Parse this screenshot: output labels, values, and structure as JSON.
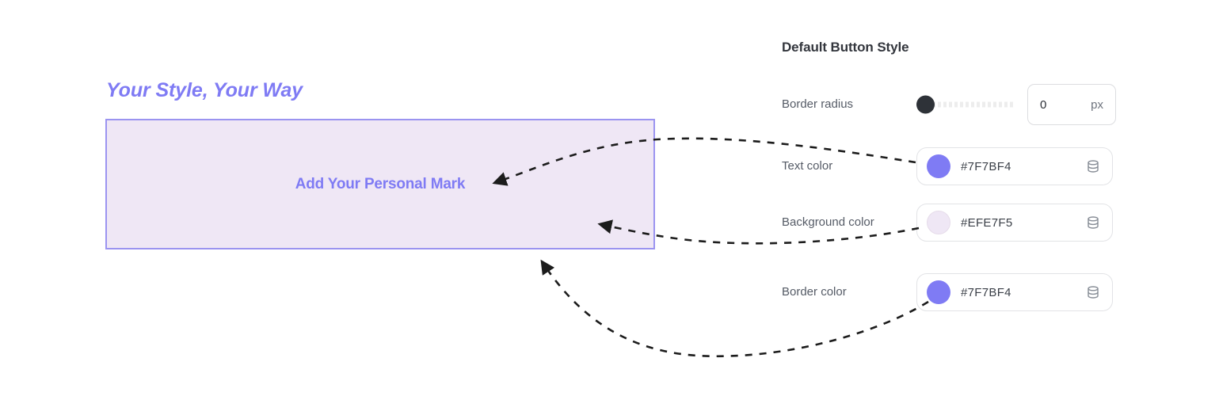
{
  "preview": {
    "heading": "Your Style, Your Way",
    "button_label": "Add Your Personal Mark",
    "box_background": "#EFE7F5",
    "box_border_color": "#9b94f0",
    "text_color": "#7F7BF4"
  },
  "controls": {
    "title": "Default Button Style",
    "border_radius": {
      "label": "Border radius",
      "value": "0",
      "unit": "px",
      "slider_position_percent": 0
    },
    "colors": [
      {
        "label": "Text color",
        "value": "#7F7BF4",
        "swatch": "#7F7BF4",
        "swatch_style": "solid",
        "icon": "database-icon"
      },
      {
        "label": "Background color",
        "value": "#EFE7F5",
        "swatch": "#EFE7F5",
        "swatch_style": "light",
        "icon": "database-icon"
      },
      {
        "label": "Border color",
        "value": "#7F7BF4",
        "swatch": "#7F7BF4",
        "swatch_style": "solid",
        "icon": "database-icon"
      }
    ]
  },
  "annotations": {
    "arrow_color": "#1c1c1c",
    "arrows": [
      {
        "name": "text-color-arrow",
        "from": "text-color-field",
        "to": "preview-button-label"
      },
      {
        "name": "background-color-arrow",
        "from": "background-color-field",
        "to": "preview-box-interior"
      },
      {
        "name": "border-color-arrow",
        "from": "border-color-field",
        "to": "preview-box-border"
      }
    ]
  }
}
